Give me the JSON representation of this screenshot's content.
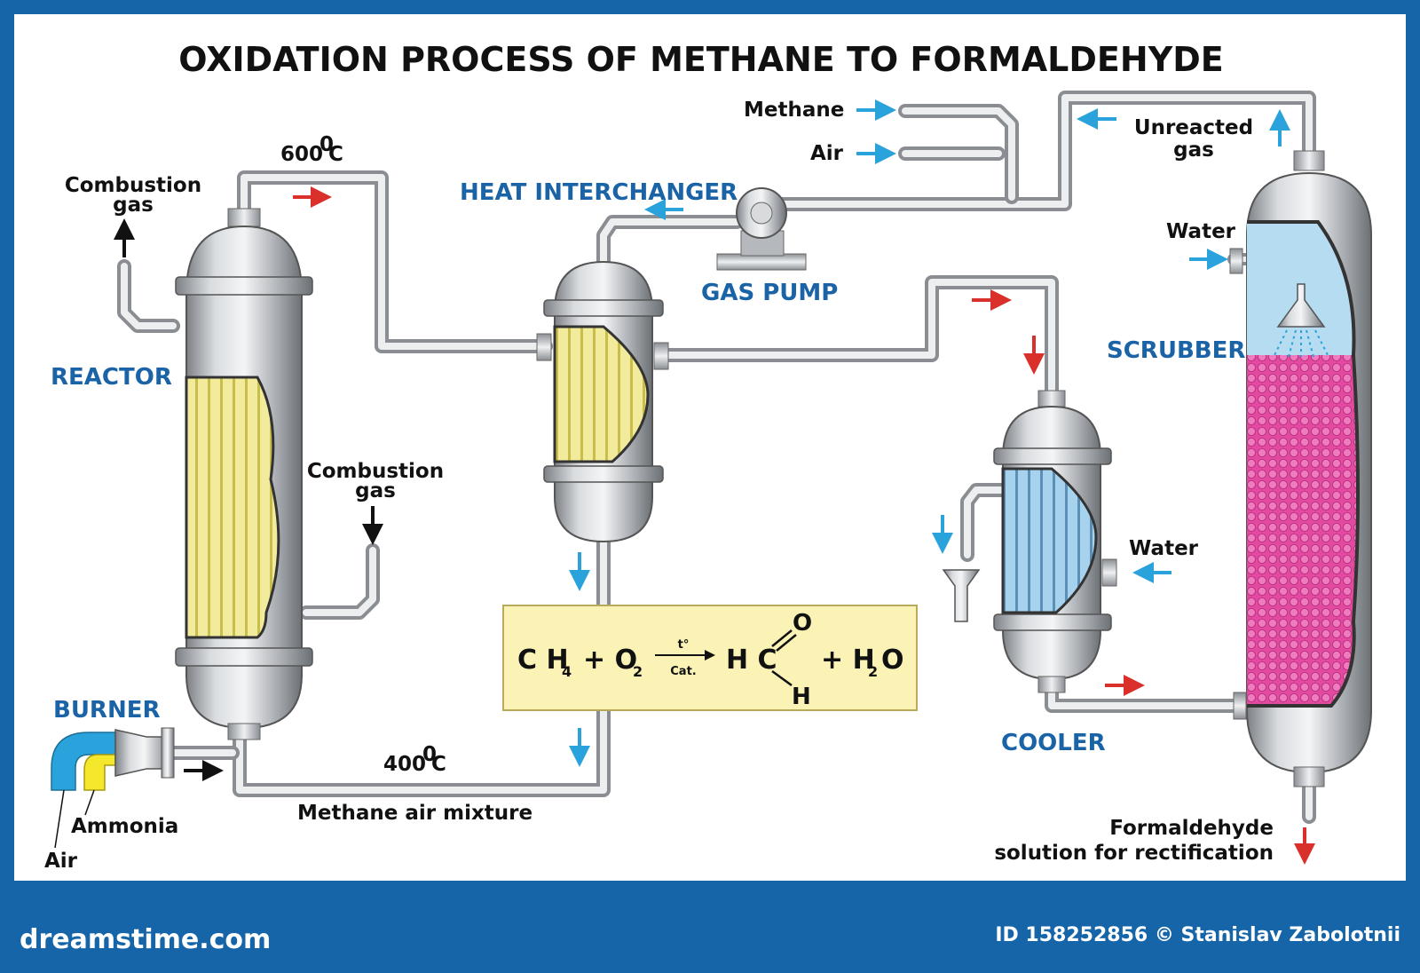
{
  "title": "OXIDATION PROCESS OF METHANE TO FORMALDEHYDE",
  "labels": {
    "reactor": "REACTOR",
    "burner": "BURNER",
    "heat_interchanger": "HEAT INTERCHANGER",
    "gas_pump": "GAS PUMP",
    "cooler": "COOLER",
    "scrubber": "SCRUBBER",
    "combustion_gas_out_1": "Combustion",
    "combustion_gas_out_2": "gas",
    "combustion_gas_in_1": "Combustion",
    "combustion_gas_in_2": "gas",
    "temp_top": "600",
    "temp_top_unit": "C",
    "temp_bottom": "400",
    "temp_bottom_unit": "C",
    "temp_degree": "0",
    "methane": "Methane",
    "air_in": "Air",
    "unreacted_1": "Unreacted",
    "unreacted_2": "gas",
    "water_scrubber": "Water",
    "water_cooler": "Water",
    "methane_air_mixture": "Methane air mixture",
    "ammonia": "Ammonia",
    "air_burner": "Air",
    "formaldehyde_1": "Formaldehyde",
    "formaldehyde_2": "solution for rectification"
  },
  "equation": {
    "ch": "C H",
    "sub4": "4",
    "plus_o": "+ O",
    "sub2": "2",
    "over": "t°",
    "under": "Cat.",
    "hc": "H C",
    "o_top": "O",
    "h_bottom": "H",
    "plus_h": "+ H",
    "sub2b": "2",
    "o_end": "O"
  },
  "footer": {
    "logo": "dreamstime.com",
    "id": "ID 158252856 © Stanislav Zabolotnii"
  },
  "colors": {
    "background_frame": "#1565a8",
    "panel": "#ffffff",
    "label_blue": "#1a63a6",
    "arrow_red": "#d9302b",
    "arrow_blue": "#2aa2dc",
    "tubes_yellow": "#f3eb9c",
    "tubes_blue": "#a7d2ee",
    "packing_pink": "#e24aa0",
    "equation_box": "#fbf3b5"
  }
}
